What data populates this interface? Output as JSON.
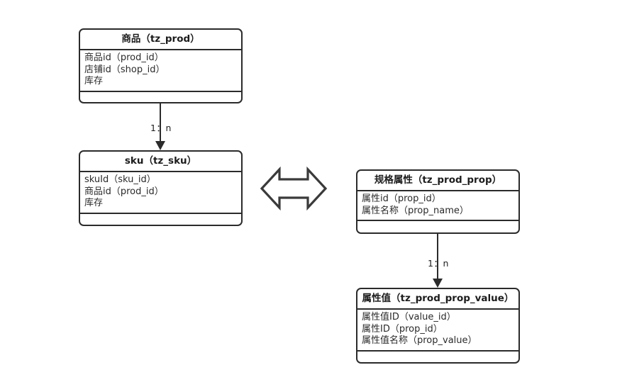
{
  "diagram": {
    "type": "entity-relationship-diagram",
    "title": "",
    "stroke_color": "#2b2b2b",
    "text_color": "#2a2a2a",
    "background": "#ffffff"
  },
  "entities": [
    {
      "id": "tz_prod",
      "title": "商品（tz_prod）",
      "attributes": [
        "商品id（prod_id）",
        "店铺id（shop_id）",
        "库存"
      ],
      "methods": []
    },
    {
      "id": "tz_sku",
      "title": "sku（tz_sku）",
      "attributes": [
        "skuId（sku_id）",
        "商品id（prod_id）",
        "库存"
      ],
      "methods": []
    },
    {
      "id": "tz_prod_prop",
      "title": "规格属性（tz_prod_prop）",
      "attributes": [
        "属性id（prop_id）",
        "属性名称（prop_name）"
      ],
      "methods": []
    },
    {
      "id": "tz_prod_prop_value",
      "title": "属性值（tz_prod_prop_value）",
      "attributes": [
        "属性值ID（value_id）",
        "属性ID（prop_id）",
        "属性值名称（prop_value）"
      ],
      "methods": []
    }
  ],
  "relationships": [
    {
      "id": "prod-to-sku",
      "from": "tz_prod",
      "to": "tz_sku",
      "label": "1：n",
      "arrow": "single-down"
    },
    {
      "id": "prop-to-prop-value",
      "from": "tz_prod_prop",
      "to": "tz_prod_prop_value",
      "label": "1：n",
      "arrow": "single-down"
    },
    {
      "id": "sku-to-prop",
      "from": "tz_sku",
      "to": "tz_prod_prop",
      "label": "",
      "arrow": "bidirectional"
    }
  ]
}
